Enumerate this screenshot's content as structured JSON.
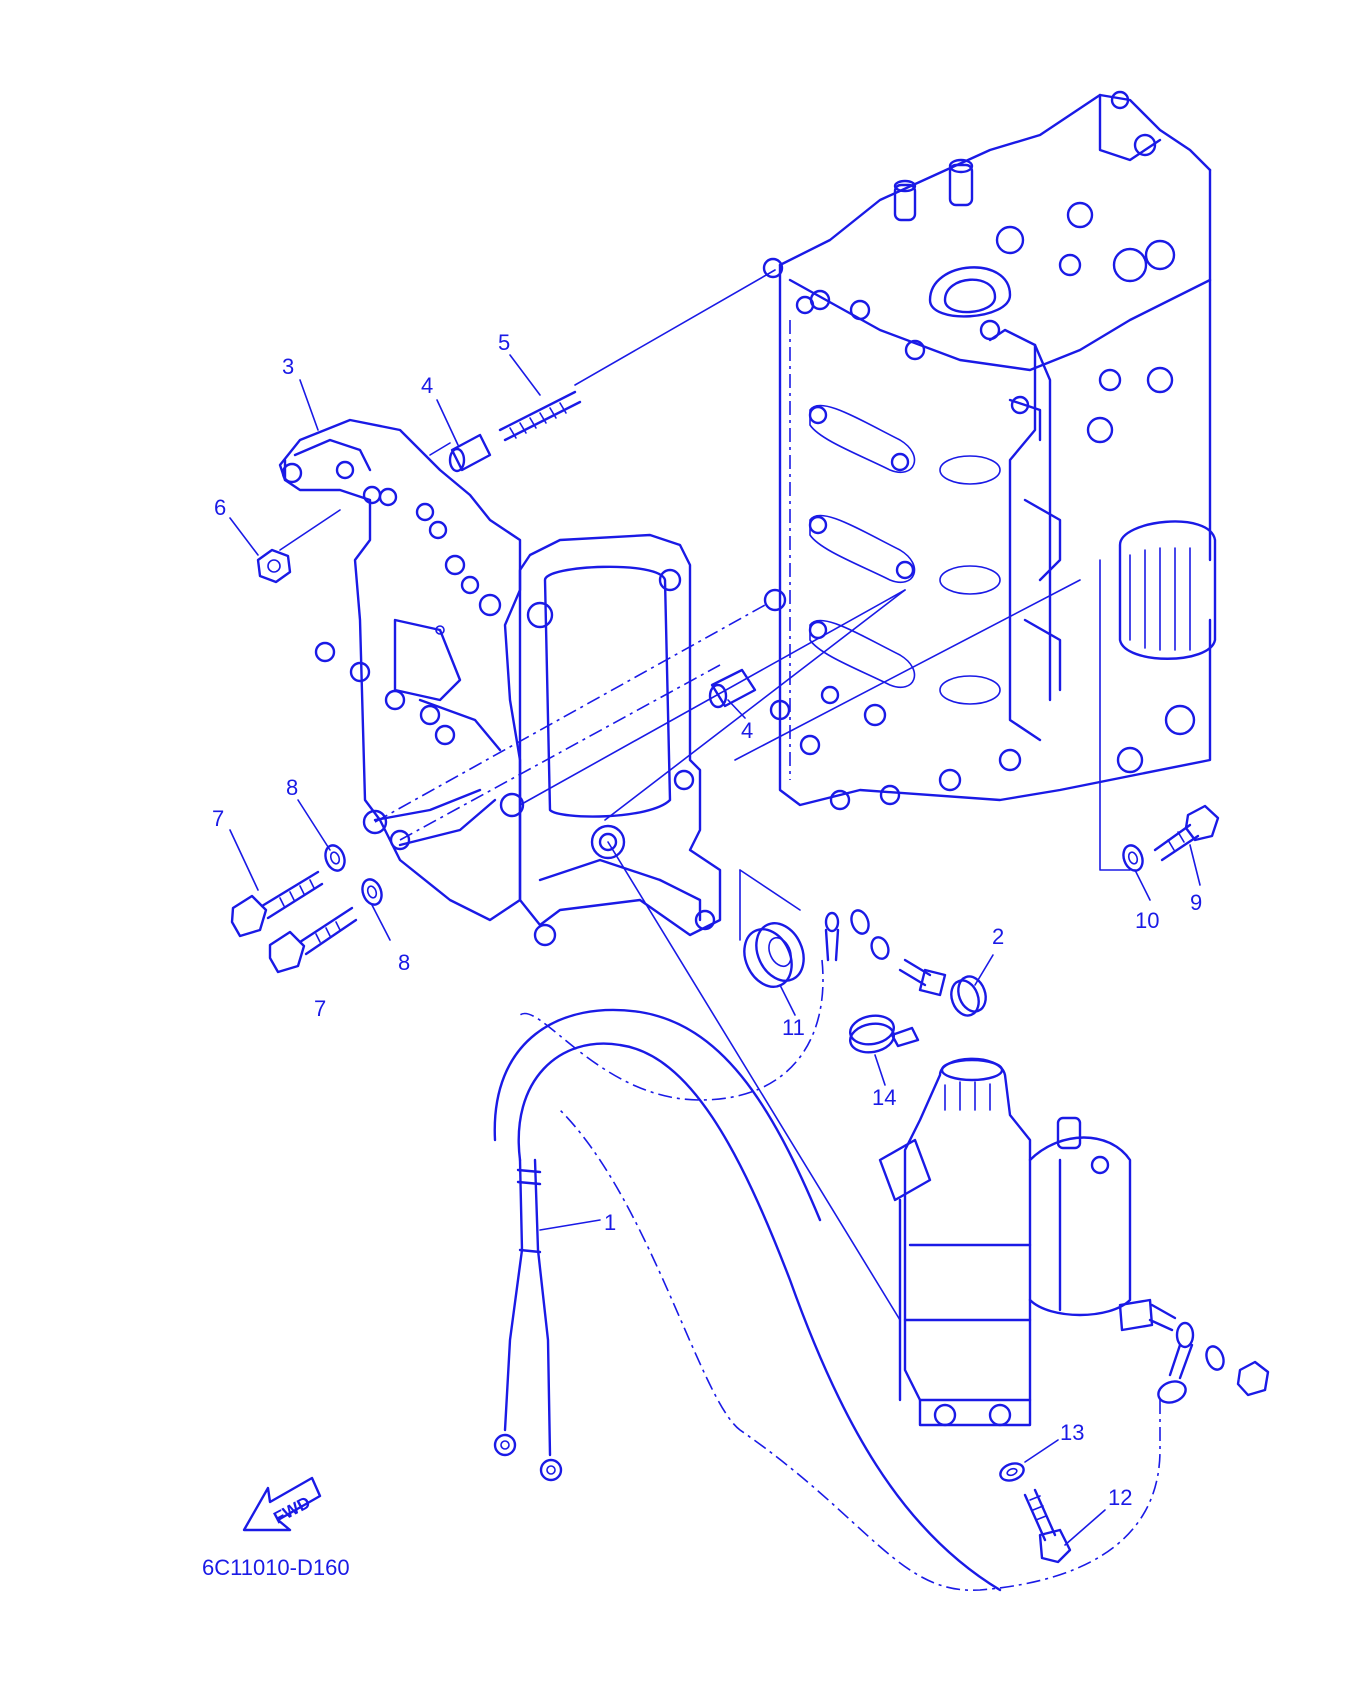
{
  "callouts": [
    {
      "id": "1",
      "text": "1"
    },
    {
      "id": "2",
      "text": "2"
    },
    {
      "id": "3",
      "text": "3"
    },
    {
      "id": "4a",
      "text": "4"
    },
    {
      "id": "4b",
      "text": "4"
    },
    {
      "id": "5",
      "text": "5"
    },
    {
      "id": "6",
      "text": "6"
    },
    {
      "id": "7a",
      "text": "7"
    },
    {
      "id": "7b",
      "text": "7"
    },
    {
      "id": "8a",
      "text": "8"
    },
    {
      "id": "8b",
      "text": "8"
    },
    {
      "id": "9",
      "text": "9"
    },
    {
      "id": "10",
      "text": "10"
    },
    {
      "id": "11",
      "text": "11"
    },
    {
      "id": "12",
      "text": "12"
    },
    {
      "id": "13",
      "text": "13"
    },
    {
      "id": "14",
      "text": "14"
    }
  ],
  "fwd_arrow": {
    "text": "FWD"
  },
  "diagram_code": "6C11010-D160",
  "line_color": "#1a1ae6"
}
